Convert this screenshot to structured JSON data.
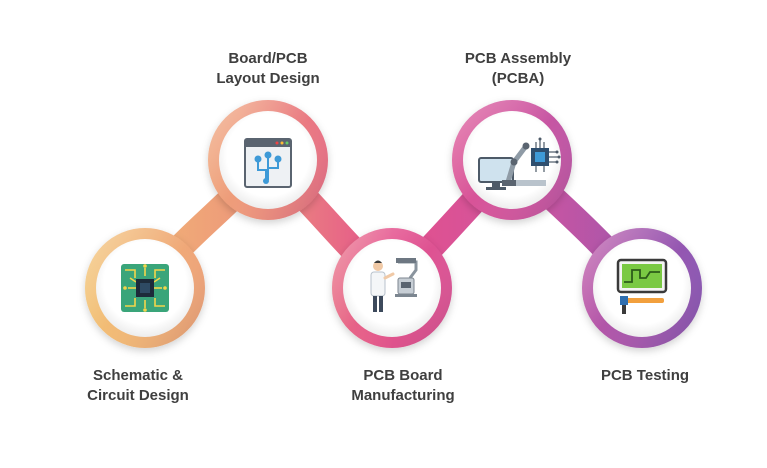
{
  "diagram": {
    "steps": [
      {
        "id": "schematic",
        "label_lines": [
          "Schematic &",
          "Circuit Design"
        ],
        "icon": "circuit-chip-icon",
        "ring_color": "#eebd78"
      },
      {
        "id": "layout",
        "label_lines": [
          "Board/PCB",
          "Layout Design"
        ],
        "icon": "layout-window-icon",
        "ring_color": "#ec8b7b"
      },
      {
        "id": "manufacturing",
        "label_lines": [
          "PCB Board",
          "Manufacturing"
        ],
        "icon": "technician-machine-icon",
        "ring_color": "#e34f8c"
      },
      {
        "id": "assembly",
        "label_lines": [
          "PCB Assembly",
          "(PCBA)"
        ],
        "icon": "robot-arm-computer-icon",
        "ring_color": "#c9569f"
      },
      {
        "id": "testing",
        "label_lines": [
          "PCB Testing"
        ],
        "icon": "oscilloscope-probe-icon",
        "ring_color": "#9b58ae"
      }
    ],
    "colors": {
      "gradient_start": "#f2c173",
      "gradient_mid1": "#ec8e7b",
      "gradient_mid2": "#e4508c",
      "gradient_end": "#8c56b3",
      "label_text": "#3f3f3f",
      "icon_blue": "#3e9ad7",
      "icon_green": "#7ac943"
    }
  }
}
